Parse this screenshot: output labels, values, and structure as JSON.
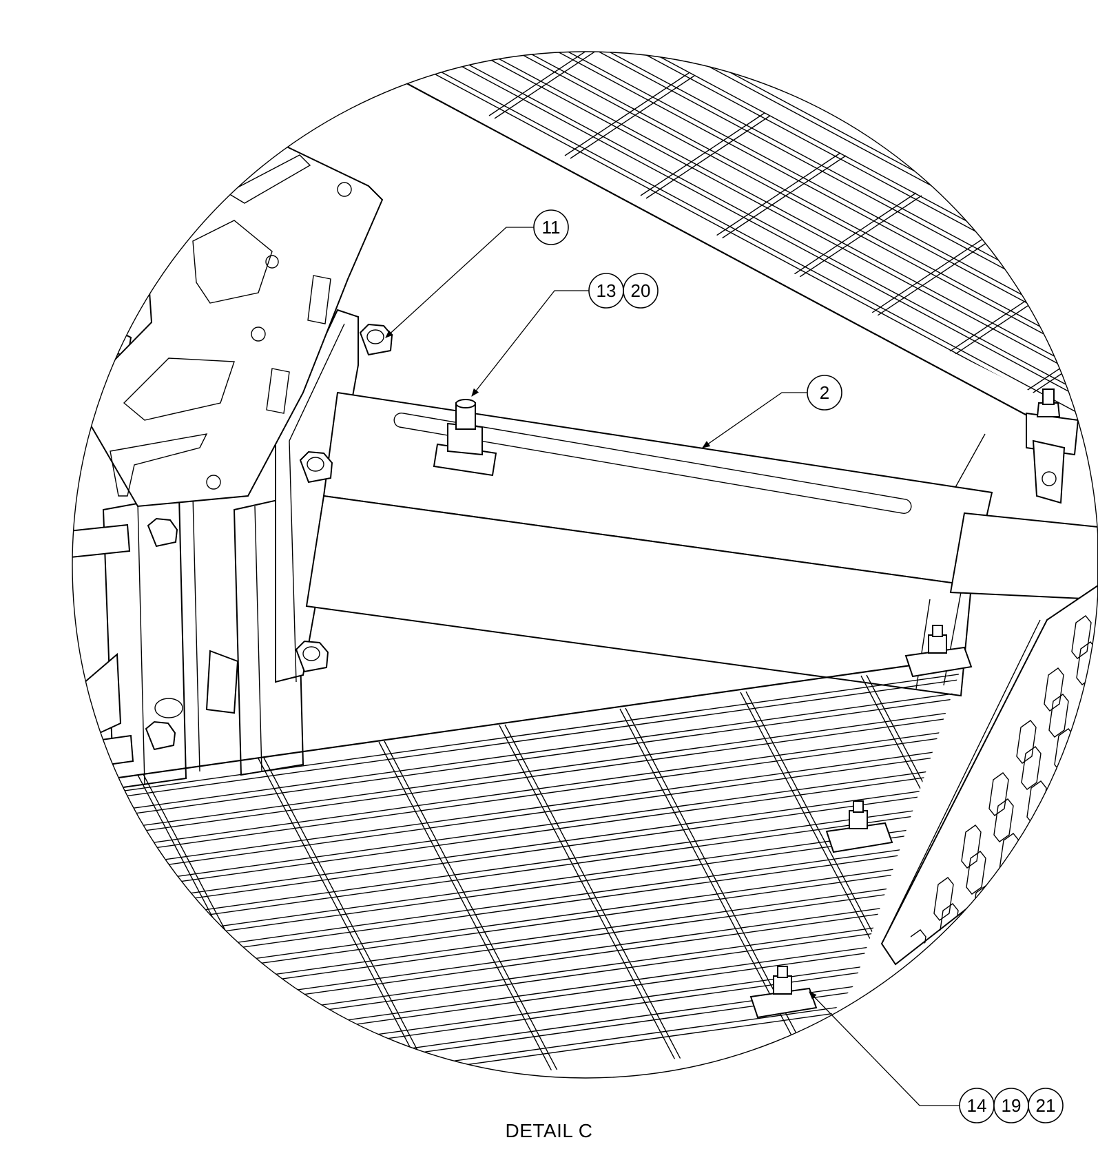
{
  "caption": "DETAIL C",
  "balloons": [
    {
      "id": "balloon-11",
      "labels": [
        "11"
      ]
    },
    {
      "id": "balloon-13-20",
      "labels": [
        "13",
        "20"
      ]
    },
    {
      "id": "balloon-2",
      "labels": [
        "2"
      ]
    },
    {
      "id": "balloon-14-19-21",
      "labels": [
        "14",
        "19",
        "21"
      ]
    }
  ],
  "colors": {
    "line": "#000000",
    "background": "#ffffff"
  }
}
